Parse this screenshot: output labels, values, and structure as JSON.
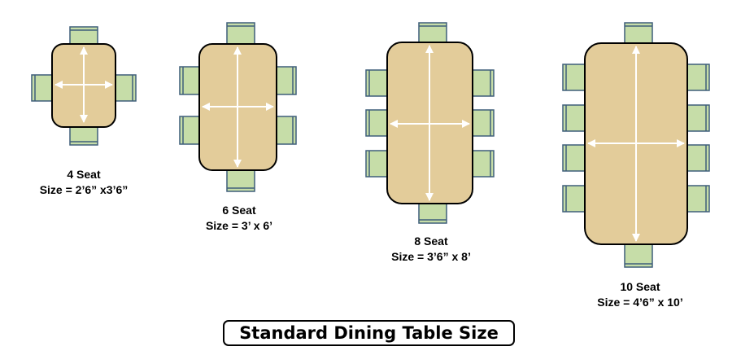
{
  "colors": {
    "table_fill": "#E3CC9A",
    "table_border": "#000000",
    "chair_fill": "#C6DDA8",
    "chair_border": "#3F5F7A",
    "measure_line": "#FFFFFF"
  },
  "tables": [
    {
      "seats": 4,
      "title": "4 Seat",
      "size": "Size = 2’6” x3’6”"
    },
    {
      "seats": 6,
      "title": "6 Seat",
      "size": "Size = 3’ x 6’"
    },
    {
      "seats": 8,
      "title": "8 Seat",
      "size": "Size = 3’6” x 8’"
    },
    {
      "seats": 10,
      "title": "10 Seat",
      "size": "Size = 4’6” x 10’"
    }
  ],
  "caption": "Standard Dining Table Size"
}
